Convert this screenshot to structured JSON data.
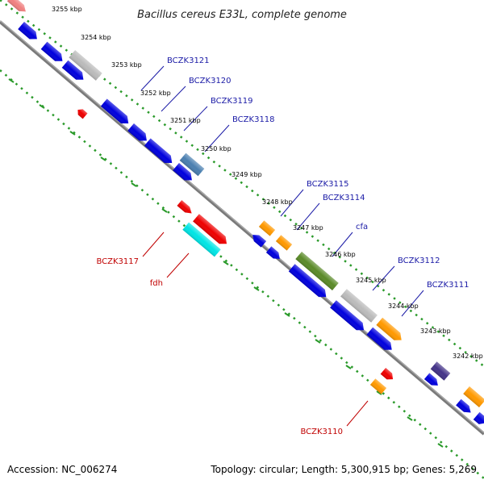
{
  "title": "Bacillus cereus E33L, complete genome",
  "accession_text": "Accession: NC_006274",
  "topology_text": "Topology: circular; Length: 5,300,915 bp; Genes: 5,269",
  "scale_labels": [
    "3255 kbp",
    "3254 kbp",
    "3253 kbp",
    "3252 kbp",
    "3251 kbp",
    "3250 kbp",
    "3249 kbp",
    "3248 kbp",
    "3247 kbp",
    "3246 kbp",
    "3245 kbp",
    "3244 kbp",
    "3243 kbp",
    "3242 kbp"
  ],
  "gene_labels_forward": [
    "BCZK3121",
    "BCZK3120",
    "BCZK3119",
    "BCZK3118",
    "BCZK3115",
    "BCZK3114",
    "cfa",
    "BCZK3112",
    "BCZK3111"
  ],
  "gene_labels_reverse": [
    "BCZK3117",
    "fdh",
    "BCZK3110"
  ],
  "colors": {
    "backbone": "#808080",
    "scale_dots": "#2a9a2a",
    "forward_label": "#1a1aa6",
    "reverse_label": "#c00000",
    "gene_blue": "#0000dd",
    "gene_red": "#ee0000",
    "gene_orange": "#ff9900",
    "gene_grey": "#bbbbbb",
    "gene_steelblue": "#4a7fb0",
    "gene_olive": "#5a8a28",
    "gene_cyan": "#00e5e5",
    "gene_pink": "#f08080",
    "gene_purple": "#443388"
  }
}
